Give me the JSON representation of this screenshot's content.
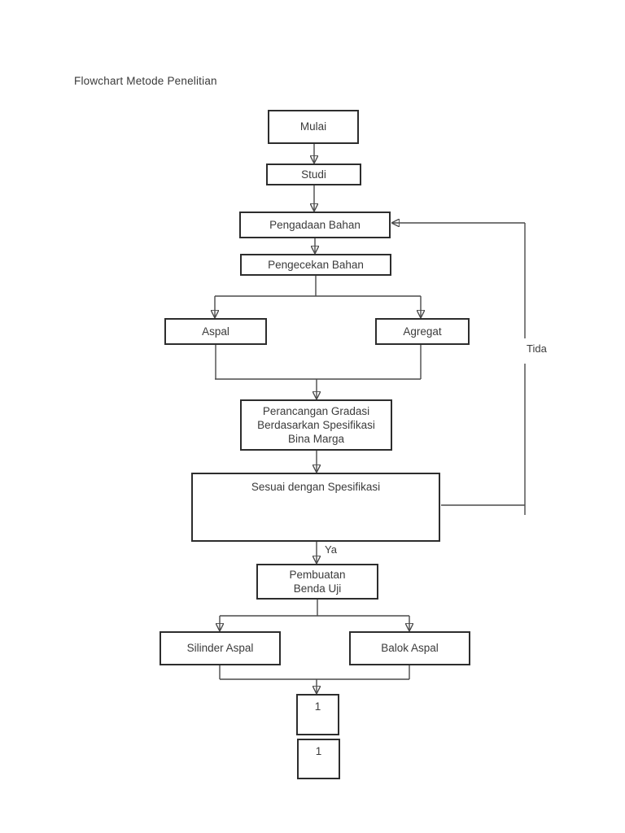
{
  "page": {
    "title": "Flowchart Metode Penelitian"
  },
  "flowchart": {
    "nodes": {
      "mulai": {
        "label": "Mulai"
      },
      "studi": {
        "label": "Studi"
      },
      "pengadaan": {
        "label": "Pengadaan Bahan"
      },
      "pengecekan": {
        "label": "Pengecekan Bahan"
      },
      "aspal": {
        "label": "Aspal"
      },
      "agregat": {
        "label": "Agregat"
      },
      "perancangan": {
        "label": "Perancangan Gradasi Berdasarkan Spesifikasi Bina Marga"
      },
      "sesuai": {
        "label": "Sesuai dengan Spesifikasi"
      },
      "pembuatan": {
        "label": "Pembuatan Benda Uji"
      },
      "silinder": {
        "label": "Silinder Aspal"
      },
      "balok": {
        "label": "Balok Aspal"
      },
      "offpage_1a": {
        "label": "1"
      },
      "offpage_1b": {
        "label": "1"
      }
    },
    "edge_labels": {
      "yes": "Ya",
      "no": "Tida"
    },
    "colors": {
      "background": "#ffffff",
      "line": "#4a4a4a",
      "border": "#2d2d2d",
      "text": "#3b3b3b",
      "arrowhead": "#111111"
    }
  }
}
